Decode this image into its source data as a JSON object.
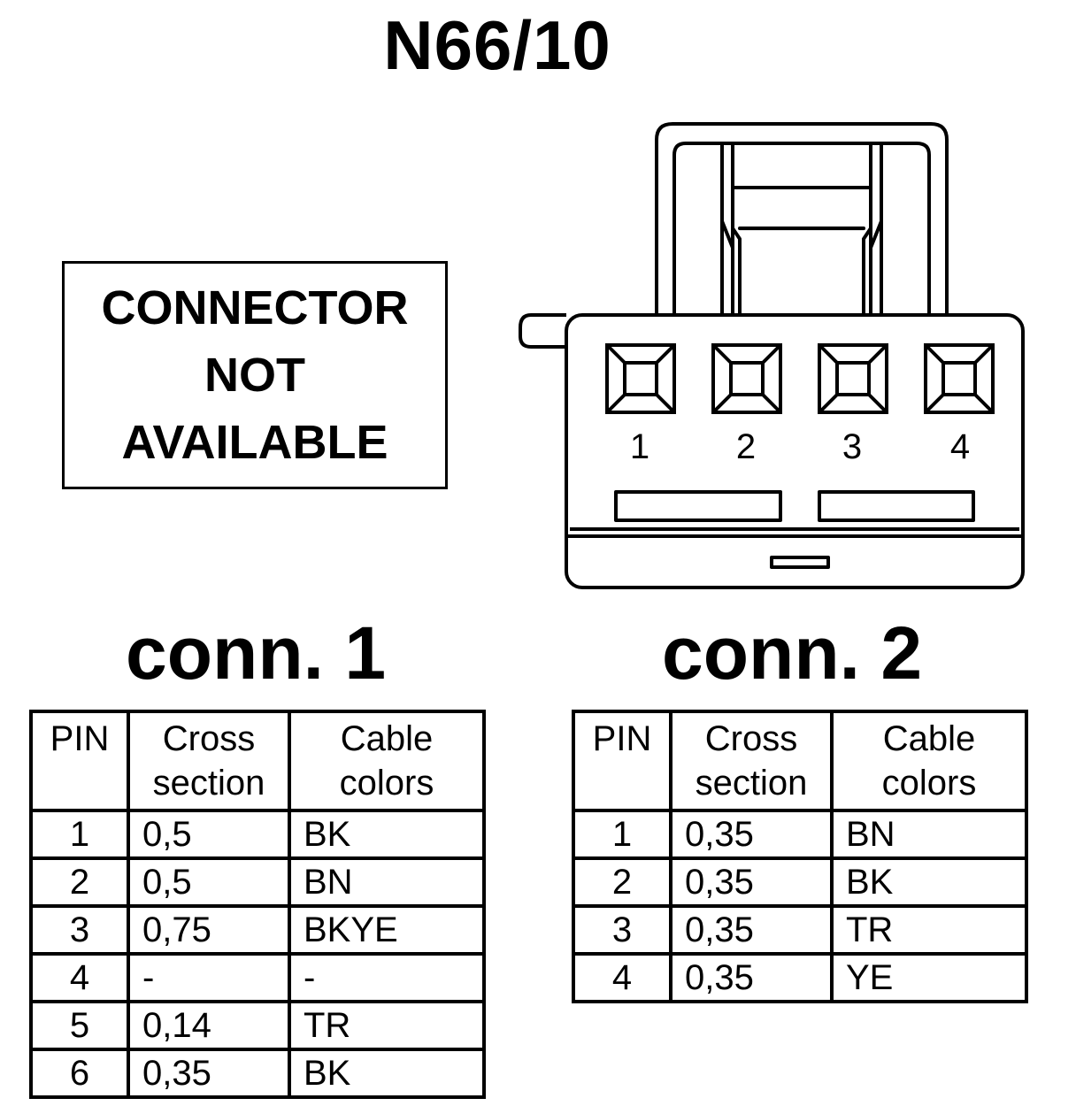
{
  "title": "N66/10",
  "note": [
    "CONNECTOR",
    "NOT",
    "AVAILABLE"
  ],
  "connector_pins": [
    "1",
    "2",
    "3",
    "4"
  ],
  "conn1": {
    "label": "conn. 1",
    "headers": [
      "PIN",
      "Cross section",
      "Cable colors"
    ],
    "rows": [
      {
        "pin": "1",
        "cross_section": "0,5",
        "color": "BK"
      },
      {
        "pin": "2",
        "cross_section": "0,5",
        "color": "BN"
      },
      {
        "pin": "3",
        "cross_section": "0,75",
        "color": "BKYE"
      },
      {
        "pin": "4",
        "cross_section": "-",
        "color": "-"
      },
      {
        "pin": "5",
        "cross_section": "0,14",
        "color": "TR"
      },
      {
        "pin": "6",
        "cross_section": "0,35",
        "color": "BK"
      }
    ]
  },
  "conn2": {
    "label": "conn. 2",
    "headers": [
      "PIN",
      "Cross section",
      "Cable colors"
    ],
    "rows": [
      {
        "pin": "1",
        "cross_section": "0,35",
        "color": "BN"
      },
      {
        "pin": "2",
        "cross_section": "0,35",
        "color": "BK"
      },
      {
        "pin": "3",
        "cross_section": "0,35",
        "color": "TR"
      },
      {
        "pin": "4",
        "cross_section": "0,35",
        "color": "YE"
      }
    ]
  }
}
